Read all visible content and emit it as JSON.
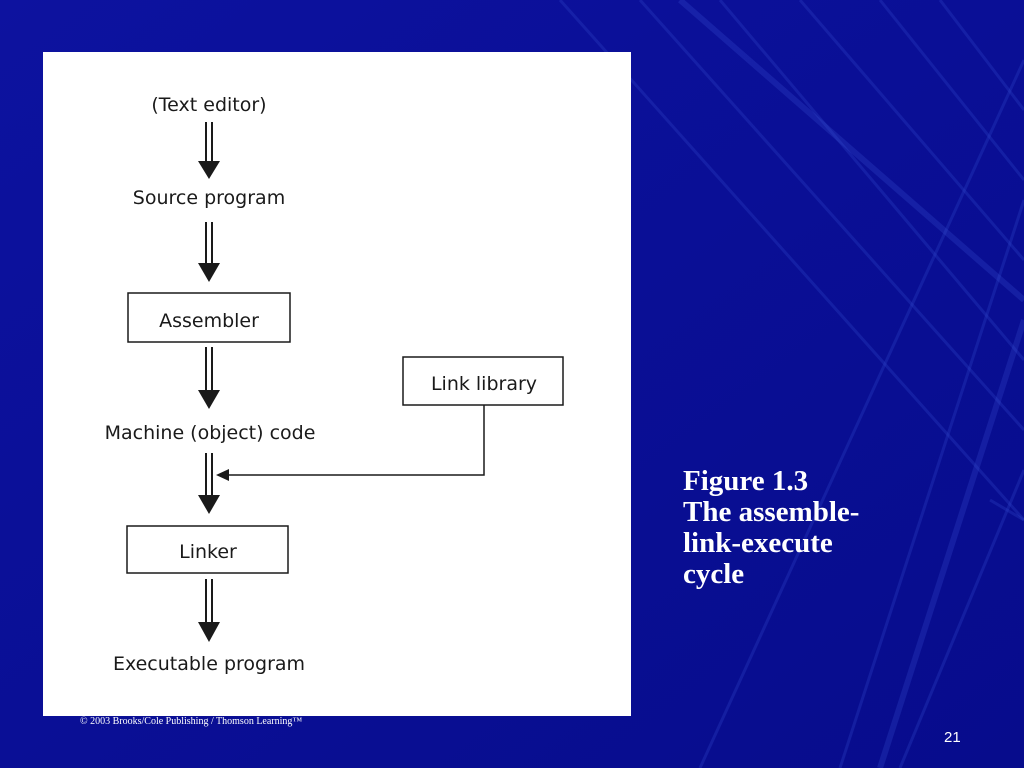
{
  "colors": {
    "background": "#0a0f9a",
    "panel": "#ffffff",
    "diagram_ink": "#1a1a1a",
    "caption_text": "#ffffff"
  },
  "diagram": {
    "nodes": {
      "text_editor": "(Text editor)",
      "source_program": "Source program",
      "assembler": "Assembler",
      "machine_code": "Machine (object) code",
      "link_library": "Link library",
      "linker": "Linker",
      "executable": "Executable program"
    }
  },
  "caption": {
    "line1": "Figure 1.3",
    "line2": "The assemble-",
    "line3": "link-execute",
    "line4": "cycle"
  },
  "footer": {
    "copyright": "© 2003 Brooks/Cole Publishing / Thomson Learning™",
    "slide_number": "21"
  }
}
